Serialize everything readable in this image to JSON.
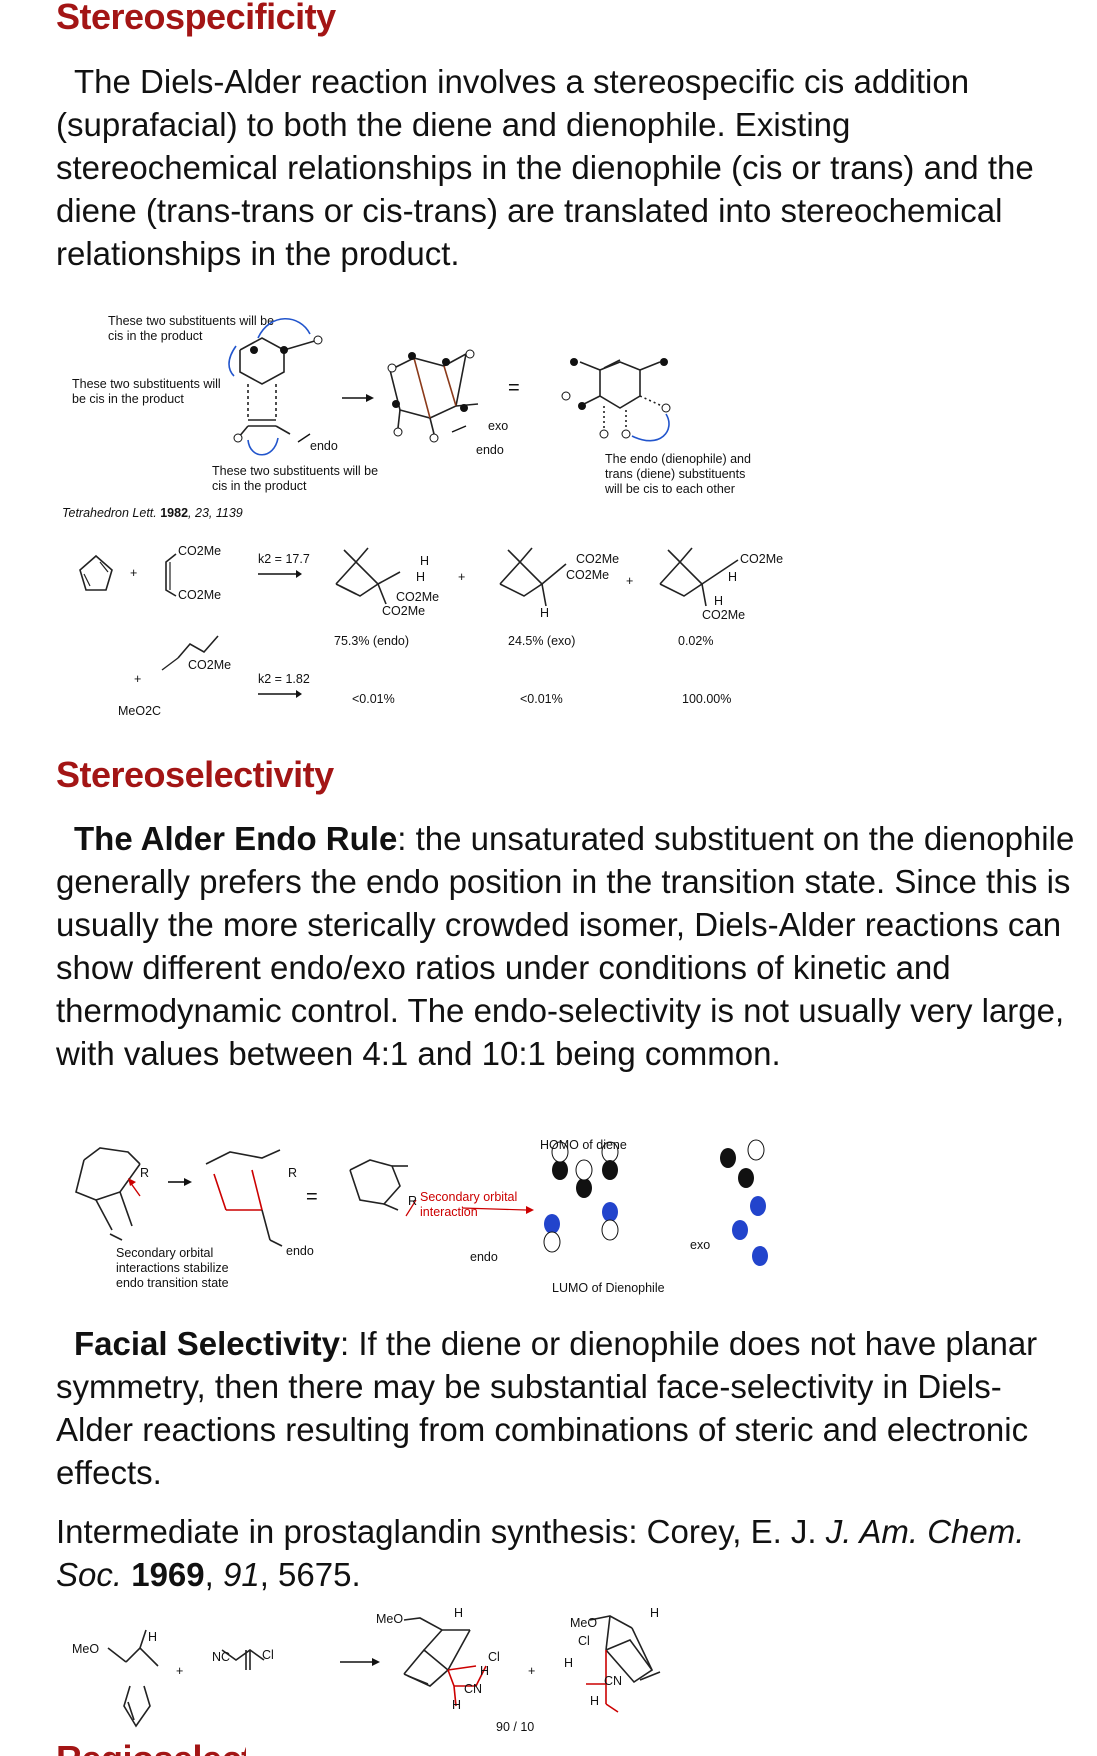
{
  "section1": {
    "heading": "Stereospecificity",
    "paragraph": "The Diels-Alder reaction involves a stereospecific cis addition (suprafacial) to both the diene and dienophile. Existing stereochemical relationships in the dienophile (cis or trans) and the diene (trans-trans or cis-trans) are translated into stereochemical relationships in the product."
  },
  "figure1": {
    "label_top": "These two substituents will be cis in the product",
    "label_left": "These two substituents will be cis in the product",
    "label_bottom": "These two substituents will be cis in the product",
    "label_right": "The endo (dienophile) and trans (diene) substituents will be cis to each other",
    "endo1": "endo",
    "endo2": "endo",
    "exo": "exo",
    "equals": "="
  },
  "figure2": {
    "citation_journal": "Tetrahedron Lett.",
    "citation_year": "1982",
    "citation_rest": ", 23, 1139",
    "co2me": "CO2Me",
    "meo2c": "MeO2C",
    "plus": "+",
    "k2_a": "k2 = 17.7",
    "k2_b": "k2 = 1.82",
    "h": "H",
    "row1": [
      "75.3% (endo)",
      "24.5% (exo)",
      "0.02%"
    ],
    "row2": [
      "<0.01%",
      "<0.01%",
      "100.00%"
    ]
  },
  "section2": {
    "heading": "Stereoselectivity",
    "rule_bold": "The Alder Endo Rule",
    "rule_text": ": the unsaturated substituent on the dienophile generally prefers the endo position in the transition state. Since this is usually the more sterically crowded isomer, Diels-Alder reactions can show different endo/exo ratios under conditions of kinetic and thermodynamic control. The endo-selectivity is not usually very large, with values between 4:1 and 10:1 being common."
  },
  "figure3": {
    "r": "R",
    "secondary_label": "Secondary orbital interactions stabilize endo transition state",
    "secondary_orbital": "Secondary orbital interaction",
    "endo": "endo",
    "endo2": "endo",
    "exo": "exo",
    "homo": "HOMO of diene",
    "lumo": "LUMO of Dienophile",
    "equals": "="
  },
  "section3": {
    "facial_bold": "Facial Selectivity",
    "facial_text": ": If the diene or dienophile does not have planar symmetry, then there may be substantial face-selectivity in Diels-Alder reactions resulting from combinations of steric and electronic effects.",
    "corey_a": "Intermediate in prostaglandin synthesis: Corey, E. J. ",
    "corey_journal": "J. Am. Chem. Soc.",
    "corey_year": "1969",
    "corey_vol": "91",
    "corey_page": ", 5675."
  },
  "figure4": {
    "meo": "MeO",
    "nc": "NC",
    "cl": "Cl",
    "cn": "CN",
    "h": "H",
    "plus": "+",
    "ratio": "90 / 10"
  },
  "next_heading": "Regioselectivity"
}
